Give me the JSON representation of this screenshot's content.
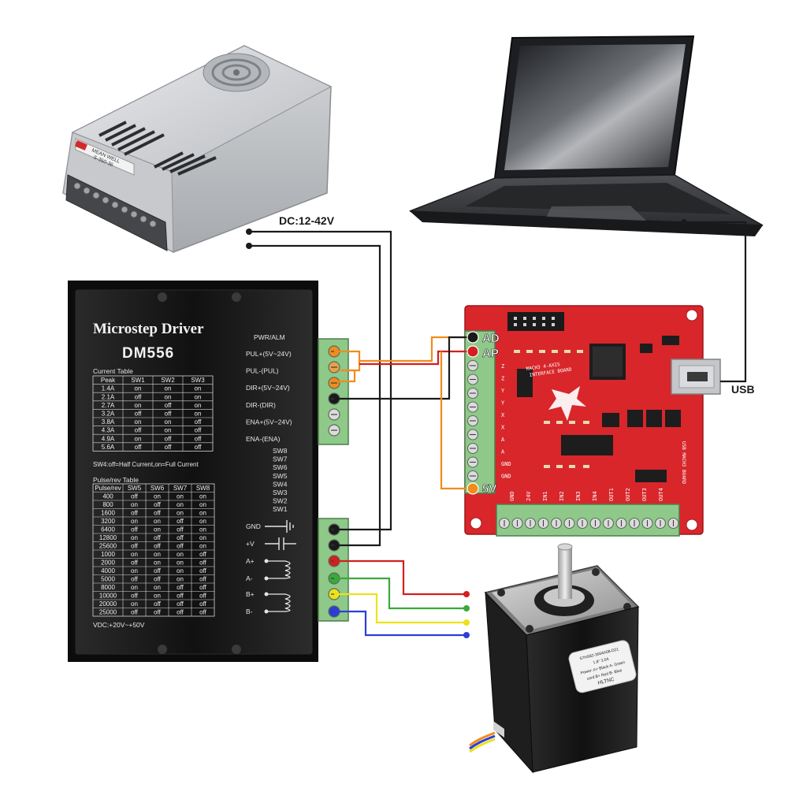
{
  "labels": {
    "dc": "DC:12-42V",
    "usb": "USB",
    "ad": "AD",
    "ap": "AP",
    "fivev": "5V"
  },
  "power_supply": {
    "brand": "MEAN WELL",
    "model": "S-350-36"
  },
  "driver": {
    "title": "Microstep Driver",
    "model": "DM556",
    "current_table": {
      "caption": "Current  Table",
      "headers": [
        "Peak",
        "SW1",
        "SW2",
        "SW3"
      ],
      "rows": [
        [
          "1.4A",
          "on",
          "on",
          "on"
        ],
        [
          "2.1A",
          "off",
          "on",
          "on"
        ],
        [
          "2.7A",
          "on",
          "off",
          "on"
        ],
        [
          "3.2A",
          "off",
          "off",
          "on"
        ],
        [
          "3.8A",
          "on",
          "on",
          "off"
        ],
        [
          "4.3A",
          "off",
          "on",
          "off"
        ],
        [
          "4.9A",
          "on",
          "off",
          "off"
        ],
        [
          "5.6A",
          "off",
          "off",
          "off"
        ]
      ]
    },
    "sw4_note": "SW4:off=Half Current,on=Full Current",
    "pulse_table": {
      "caption": "Pulse/rev Table",
      "headers": [
        "Pulse/rev",
        "SW5",
        "SW6",
        "SW7",
        "SW8"
      ],
      "rows": [
        [
          "400",
          "off",
          "on",
          "on",
          "on"
        ],
        [
          "800",
          "on",
          "off",
          "on",
          "on"
        ],
        [
          "1600",
          "off",
          "off",
          "on",
          "on"
        ],
        [
          "3200",
          "on",
          "on",
          "off",
          "on"
        ],
        [
          "6400",
          "off",
          "on",
          "off",
          "on"
        ],
        [
          "12800",
          "on",
          "off",
          "off",
          "on"
        ],
        [
          "25600",
          "off",
          "off",
          "off",
          "on"
        ],
        [
          "1000",
          "on",
          "on",
          "on",
          "off"
        ],
        [
          "2000",
          "off",
          "on",
          "on",
          "off"
        ],
        [
          "4000",
          "on",
          "off",
          "on",
          "off"
        ],
        [
          "5000",
          "off",
          "off",
          "on",
          "off"
        ],
        [
          "8000",
          "on",
          "on",
          "off",
          "off"
        ],
        [
          "10000",
          "off",
          "on",
          "off",
          "off"
        ],
        [
          "20000",
          "on",
          "off",
          "off",
          "off"
        ],
        [
          "25000",
          "off",
          "off",
          "off",
          "off"
        ]
      ]
    },
    "vdc_note": "VDC:+20V~+50V",
    "pwr_alm": "PWR/ALM",
    "signal_pins": [
      "PUL+(5V~24V)",
      "PUL-(PUL)",
      "DIR+(5V~24V)",
      "DIR-(DIR)",
      "ENA+(5V~24V)",
      "ENA-(ENA)"
    ],
    "switches": [
      "SW8",
      "SW7",
      "SW6",
      "SW5",
      "SW4",
      "SW3",
      "SW2",
      "SW1"
    ],
    "power_pins": [
      "GND",
      "+V",
      "A+",
      "A-",
      "B+",
      "B-"
    ]
  },
  "board": {
    "left_pins": [
      "Z",
      "Z",
      "Y",
      "Y",
      "X",
      "X",
      "A",
      "A",
      "GND",
      "GND"
    ],
    "bottom_pins": [
      "GND",
      "24V",
      "IN1",
      "IN2",
      "IN3",
      "IN4",
      "OUT1",
      "OUT2",
      "OUT3",
      "OUT4"
    ],
    "silk1": "MACH3 4-AXIS",
    "silk2": "INTERFACE BOARD",
    "side_note": "USB MACH3 BOARD"
  },
  "motor": {
    "label_lines": [
      "57HS82-3004A08-D21",
      "1.8°  3.0A",
      "Power: A+ Black  A- Green",
      "cord  B+ Red  B- Blue",
      "HLTNC"
    ]
  },
  "colors": {
    "wire_black": "#1a1a1a",
    "wire_orange": "#f08c1e",
    "wire_red": "#d21f1f",
    "wire_green": "#3aa93a",
    "wire_yellow": "#ece21a",
    "wire_blue": "#2a3fd8",
    "board_red": "#d8262b",
    "terminal_green": "#8ec98a",
    "driver_black": "#141414"
  }
}
